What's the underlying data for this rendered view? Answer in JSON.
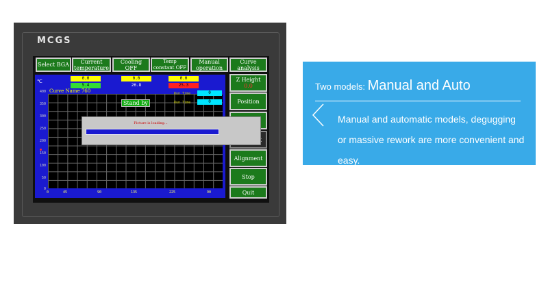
{
  "device": {
    "brand": "MCGS"
  },
  "toolbar": {
    "select_bga": "Select BGA",
    "current_temperature": "Current temperature",
    "cooling_off": "Cooling OFF",
    "temp_constant_off": "Temp constant OFF",
    "manual_operation": "Manual operation",
    "curve_analysis": "Curve analysis"
  },
  "side_buttons": {
    "z_height": "Z Height",
    "z_height_value": "0.0",
    "position": "Position",
    "adjust": "t",
    "alignment": "Alignment",
    "stop": "Stop",
    "quit": "Quit"
  },
  "readouts": {
    "value1": "0.0",
    "value2": "0.0",
    "value3": "0.0",
    "value4": "5.4",
    "value5": "26.8",
    "value6": "25.3"
  },
  "chart": {
    "unit": "℃",
    "curve_name": "Curve Name 760",
    "stand_by": "Stand by",
    "run_time_label_1": "Run Time",
    "run_time_value_1": "0",
    "run_time_label_2": "Run Time",
    "run_time_value_2": "0",
    "y_ticks": [
      "400",
      "350",
      "300",
      "250",
      "200",
      "150",
      "100",
      "50",
      "0"
    ],
    "x_ticks": [
      "0",
      "45",
      "90",
      "135",
      "225",
      "90"
    ]
  },
  "dialog": {
    "text": "Picture is loading..."
  },
  "card": {
    "prefix": "Two models: ",
    "title": "Manual and Auto",
    "body": "Manual and automatic models, degugging or massive rework are more convenient and easy."
  },
  "colors": {
    "card_bg": "#39aae8",
    "button_green": "#1c7a1c",
    "chart_blue": "#1a1ad0"
  }
}
